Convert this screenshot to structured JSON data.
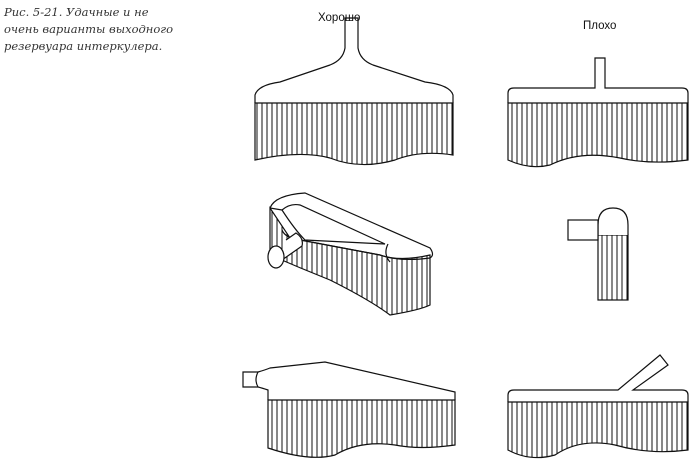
{
  "caption": "Рис. 5-21. Удачные и не очень варианты выходного резервуара интеркулера.",
  "columns": {
    "good": "Хорошо",
    "bad": "Плохо"
  },
  "colors": {
    "ink": "#111111",
    "paper": "#ffffff"
  }
}
